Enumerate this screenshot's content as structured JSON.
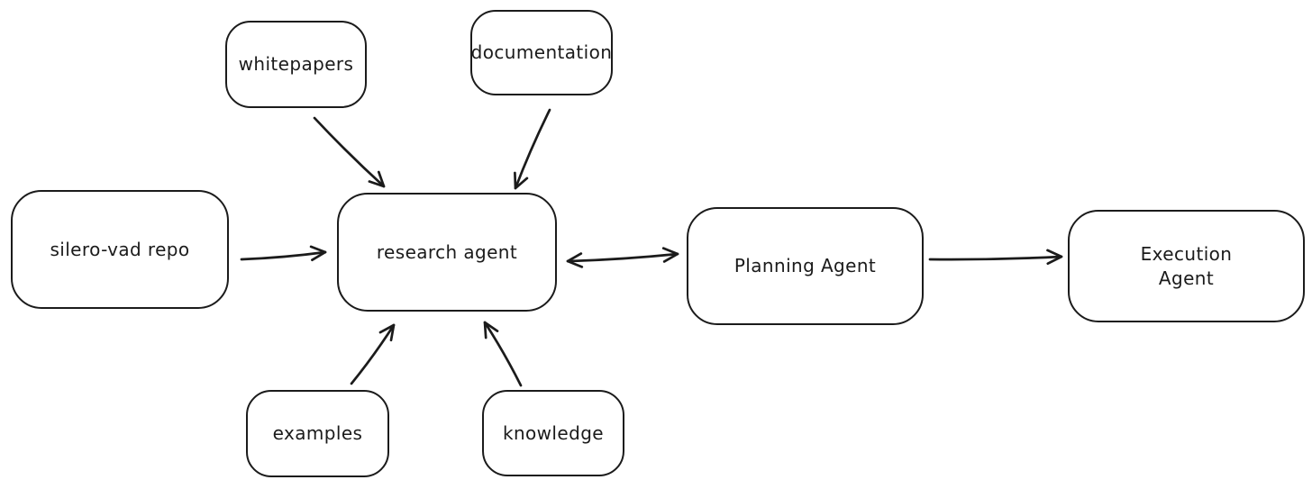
{
  "diagram": {
    "background_color": "#ffffff",
    "stroke_color": "#1b1b1b",
    "nodes": {
      "whitepapers": {
        "label": "whitepapers"
      },
      "documentation": {
        "label": "documentation"
      },
      "silero_vad_repo": {
        "label": "silero-vad repo"
      },
      "research_agent": {
        "label": "research agent"
      },
      "planning_agent": {
        "label": "Planning Agent"
      },
      "execution_agent": {
        "label": "Execution\nAgent"
      },
      "examples": {
        "label": "examples"
      },
      "knowledge": {
        "label": "knowledge"
      }
    },
    "edges": [
      {
        "id": "silero-vad-repo-to-research-agent",
        "from": "silero_vad_repo",
        "to": "research_agent",
        "arrowheads": "end"
      },
      {
        "id": "whitepapers-to-research-agent",
        "from": "whitepapers",
        "to": "research_agent",
        "arrowheads": "end"
      },
      {
        "id": "documentation-to-research-agent",
        "from": "documentation",
        "to": "research_agent",
        "arrowheads": "end"
      },
      {
        "id": "examples-to-research-agent",
        "from": "examples",
        "to": "research_agent",
        "arrowheads": "end"
      },
      {
        "id": "knowledge-to-research-agent",
        "from": "knowledge",
        "to": "research_agent",
        "arrowheads": "end"
      },
      {
        "id": "research-agent-and-planning-agent",
        "from": "research_agent",
        "to": "planning_agent",
        "arrowheads": "both"
      },
      {
        "id": "planning-agent-to-execution-agent",
        "from": "planning_agent",
        "to": "execution_agent",
        "arrowheads": "end"
      }
    ]
  }
}
